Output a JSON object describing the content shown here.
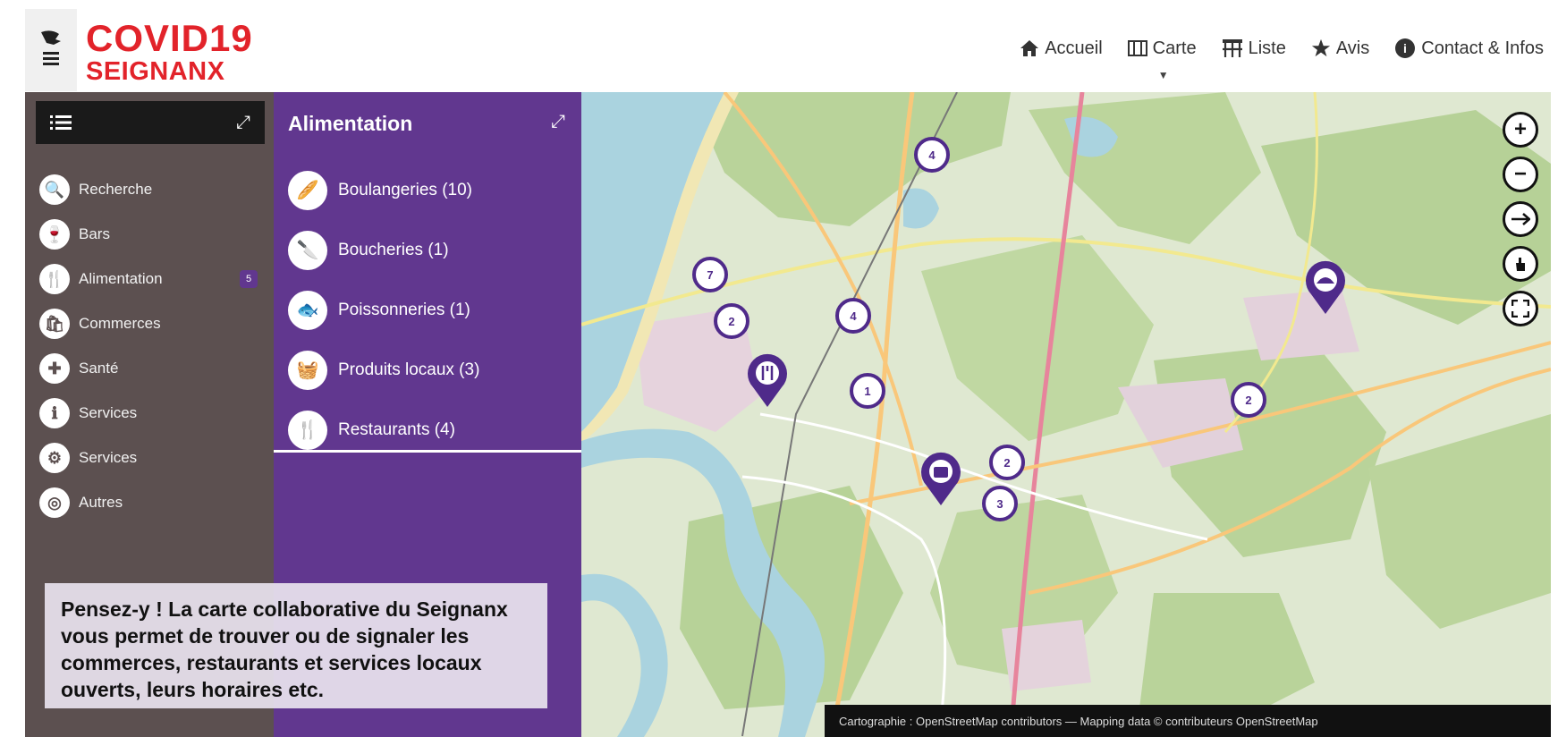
{
  "logo": {
    "line1": "COVID19",
    "line2": "SEIGNANX"
  },
  "nav": [
    {
      "icon": "home-icon",
      "label": "Accueil"
    },
    {
      "icon": "map-icon",
      "label": "Carte"
    },
    {
      "icon": "table-icon",
      "label": "Liste"
    },
    {
      "icon": "star-icon",
      "label": "Avis"
    },
    {
      "icon": "info-icon",
      "label": "Contact & Infos"
    }
  ],
  "categories": [
    {
      "icon": "search-icon",
      "glyph": "🔍",
      "label": "Recherche"
    },
    {
      "icon": "drink-icon",
      "glyph": "🍷",
      "label": "Bars"
    },
    {
      "icon": "fork-knife-icon",
      "glyph": "🍴",
      "label": "Alimentation",
      "badge": "5"
    },
    {
      "icon": "shopping-icon",
      "glyph": "🛍",
      "label": "Commerces"
    },
    {
      "icon": "health-icon",
      "glyph": "✚",
      "label": "Santé"
    },
    {
      "icon": "public-icon",
      "glyph": "ℹ",
      "label": "Services"
    },
    {
      "icon": "service-icon",
      "glyph": "⚙",
      "label": "Services"
    },
    {
      "icon": "other-icon",
      "glyph": "◎",
      "label": "Autres"
    }
  ],
  "submenu": {
    "title": "Alimentation",
    "items": [
      {
        "icon": "bread-icon",
        "glyph": "🥖",
        "label": "Boulangeries (10)"
      },
      {
        "icon": "knife-icon",
        "glyph": "🔪",
        "label": "Boucheries (1)"
      },
      {
        "icon": "fish-icon",
        "glyph": "🐟",
        "label": "Poissonneries (1)"
      },
      {
        "icon": "basket-icon",
        "glyph": "🧺",
        "label": "Produits locaux (3)"
      },
      {
        "icon": "restaurant-icon",
        "glyph": "🍴",
        "label": "Restaurants (4)"
      }
    ]
  },
  "map": {
    "clusters": [
      "4",
      "7",
      "2",
      "4",
      "1",
      "2",
      "3",
      "2"
    ],
    "attribution": "Cartographie : OpenStreetMap contributors — Mapping data © contributeurs OpenStreetMap"
  },
  "callout": {
    "text": "Pensez-y ! La carte collaborative du Seignanx vous permet de trouver ou de signaler les commerces, restaurants et services locaux ouverts, leurs horaires etc."
  },
  "colors": {
    "brand": "#e2232a",
    "purple": "#61378f",
    "sidebar": "#5c5050"
  }
}
